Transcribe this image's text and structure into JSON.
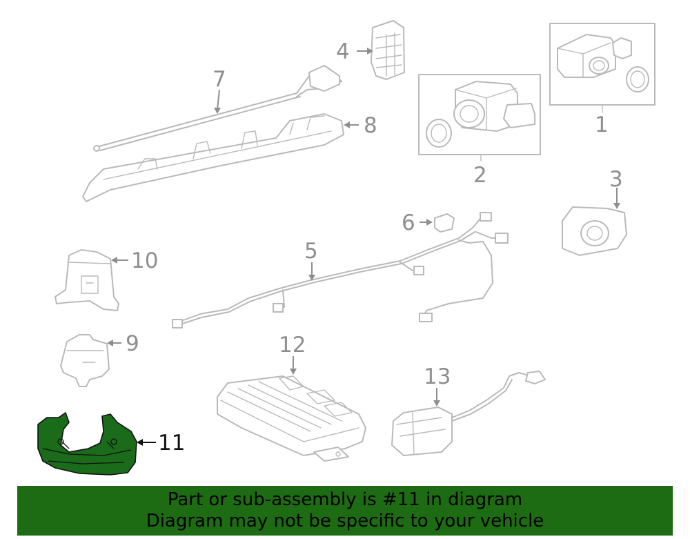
{
  "callouts": {
    "c1": "1",
    "c2": "2",
    "c3": "3",
    "c4": "4",
    "c5": "5",
    "c6": "6",
    "c7": "7",
    "c8": "8",
    "c9": "9",
    "c10": "10",
    "c11": "11",
    "c12": "12",
    "c13": "13"
  },
  "highlighted_part": "11",
  "colors": {
    "highlight": "#1a6b1a",
    "banner": "#1d6b12",
    "line": "#b9b9b9",
    "label": "#8e8e8e"
  },
  "banner": {
    "line1": "Part or sub-assembly is #11 in diagram",
    "line2": "Diagram may not be specific to your vehicle"
  }
}
